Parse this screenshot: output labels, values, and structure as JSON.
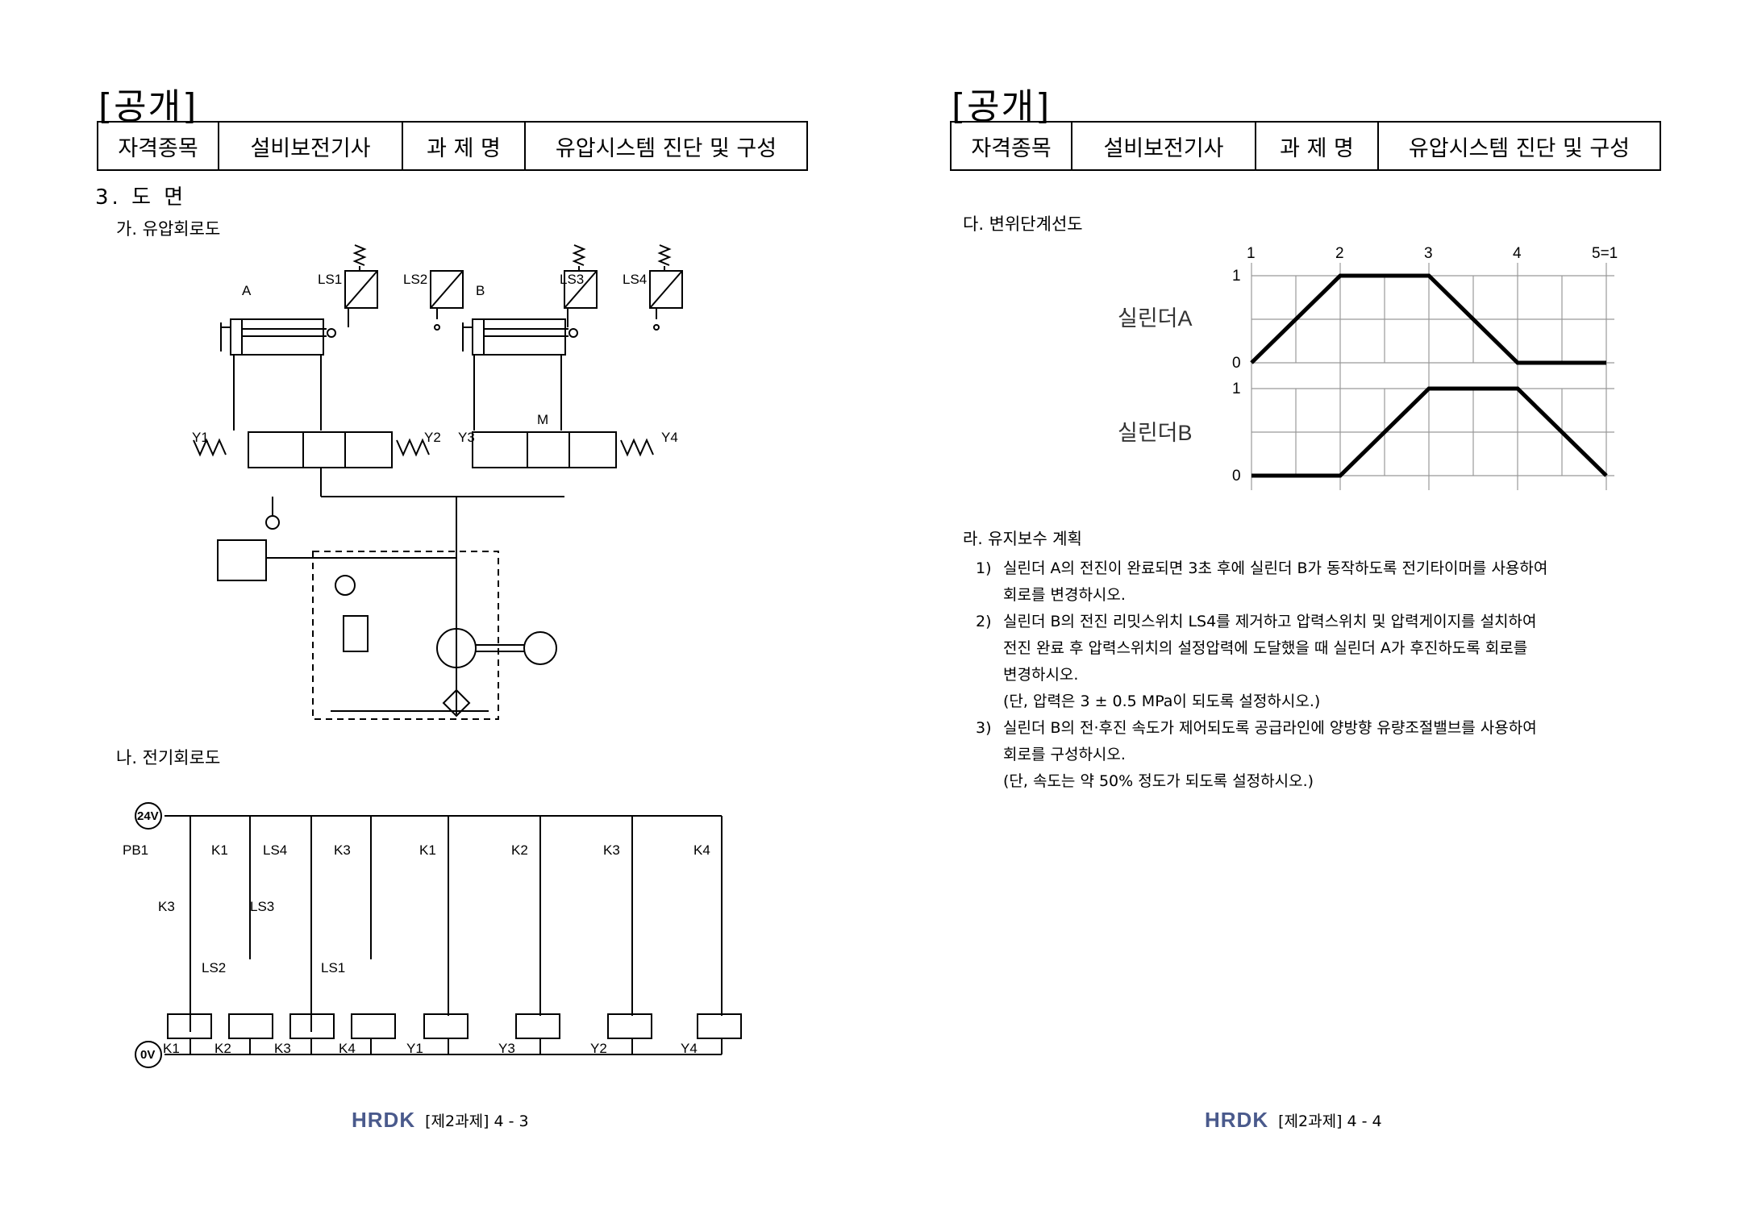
{
  "pages": [
    {
      "disclosure": "[공개]",
      "header": {
        "cells": [
          "자격종목",
          "설비보전기사",
          "과 제 명",
          "유압시스템 진단 및 구성"
        ]
      },
      "section_title": "3. 도 면",
      "subsection_a": "가. 유압회로도",
      "subsection_b": "나. 전기회로도",
      "hydraulic": {
        "cyl_a": "A",
        "cyl_b": "B",
        "ls1": "LS1",
        "ls2": "LS2",
        "ls3": "LS3",
        "ls4": "LS4",
        "y1": "Y1",
        "y2": "Y2",
        "y3": "Y3",
        "y4": "Y4",
        "motor": "M"
      },
      "electric": {
        "v24": "24V",
        "v0": "0V",
        "pb1": "PB1",
        "k1": "K1",
        "k2": "K2",
        "k3": "K3",
        "k4": "K4",
        "ls1": "LS1",
        "ls2": "LS2",
        "ls3": "LS3",
        "ls4": "LS4",
        "y1": "Y1",
        "y2": "Y2",
        "y3": "Y3",
        "y4": "Y4"
      },
      "footer": {
        "logo": "HRDK",
        "text": "[제2과제] 4 - 3"
      }
    },
    {
      "disclosure": "[공개]",
      "header": {
        "cells": [
          "자격종목",
          "설비보전기사",
          "과 제 명",
          "유압시스템 진단 및 구성"
        ]
      },
      "subsection_c": "다. 변위단계선도",
      "displacement": {
        "steps": [
          "1",
          "2",
          "3",
          "4",
          "5=1"
        ],
        "cyl_a_label": "실린더A",
        "cyl_b_label": "실린더B",
        "one": "1",
        "zero": "0"
      },
      "maintenance": {
        "title": "라. 유지보수 계획",
        "items": [
          {
            "num": "1)",
            "lines": [
              "실린더 A의 전진이 완료되면 3초 후에 실린더 B가 동작하도록 전기타이머를 사용하여",
              "회로를 변경하시오."
            ]
          },
          {
            "num": "2)",
            "lines": [
              "실린더 B의 전진 리밋스위치 LS4를 제거하고 압력스위치 및 압력게이지를 설치하여",
              "전진 완료 후 압력스위치의 설정압력에 도달했을 때 실린더 A가 후진하도록 회로를",
              "변경하시오."
            ]
          },
          {
            "note": "(단, 압력은 3 ± 0.5 MPa이 되도록 설정하시오.)"
          },
          {
            "num": "3)",
            "lines": [
              "실린더 B의 전·후진 속도가 제어되도록 공급라인에 양방향 유량조절밸브를 사용하여",
              "회로를 구성하시오."
            ]
          },
          {
            "note": "(단, 속도는 약 50% 정도가 되도록 설정하시오.)"
          }
        ]
      },
      "footer": {
        "logo": "HRDK",
        "text": "[제2과제] 4 - 4"
      }
    }
  ]
}
